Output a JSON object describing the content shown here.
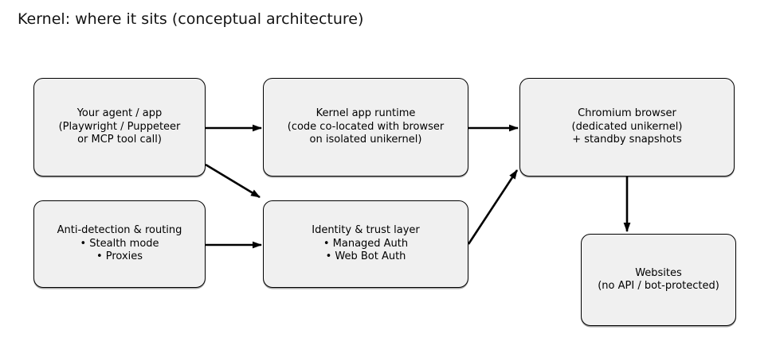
{
  "title": "Kernel: where it sits (conceptual architecture)",
  "colors": {
    "background": "#ffffff",
    "node_fill": "#f0f0f0",
    "node_border": "#000000",
    "arrow": "#000000",
    "text": "#000000"
  },
  "nodes": [
    {
      "id": "your-agent-app",
      "lines": [
        "Your agent / app",
        "(Playwright / Puppeteer",
        "or MCP tool call)"
      ]
    },
    {
      "id": "kernel-app-runtime",
      "lines": [
        "Kernel app runtime",
        "(code co-located with browser",
        "on isolated unikernel)"
      ]
    },
    {
      "id": "chromium-browser",
      "lines": [
        "Chromium browser",
        "(dedicated unikernel)",
        "+ standby snapshots"
      ]
    },
    {
      "id": "anti-detection-routing",
      "lines": [
        "Anti-detection & routing",
        "• Stealth mode",
        "• Proxies"
      ]
    },
    {
      "id": "identity-trust-layer",
      "lines": [
        "Identity & trust layer",
        "• Managed Auth",
        "• Web Bot Auth"
      ]
    },
    {
      "id": "websites",
      "lines": [
        "Websites",
        "(no API / bot-protected)"
      ]
    }
  ],
  "edges": [
    {
      "from": "your-agent-app",
      "to": "kernel-app-runtime"
    },
    {
      "from": "your-agent-app",
      "to": "identity-trust-layer"
    },
    {
      "from": "kernel-app-runtime",
      "to": "chromium-browser"
    },
    {
      "from": "anti-detection-routing",
      "to": "identity-trust-layer"
    },
    {
      "from": "identity-trust-layer",
      "to": "chromium-browser"
    },
    {
      "from": "chromium-browser",
      "to": "websites"
    }
  ]
}
